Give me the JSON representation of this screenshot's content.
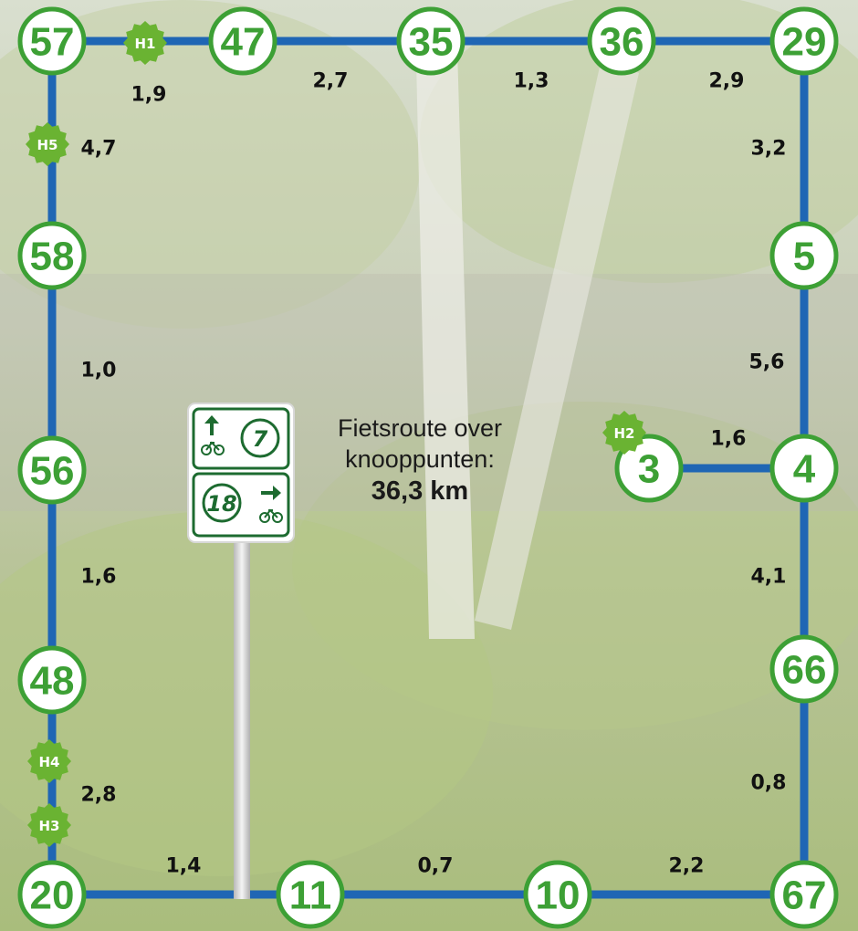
{
  "colors": {
    "route_line": "#1f66b4",
    "node_border": "#3da035",
    "node_fill": "#ffffff",
    "badge_fill": "#6ab332",
    "sign_green": "#1d6b30"
  },
  "caption": {
    "line1": "Fietsroute over",
    "line2": "knooppunten:",
    "total": "36,3 km"
  },
  "nodes": [
    {
      "id": "57",
      "label": "57"
    },
    {
      "id": "47",
      "label": "47"
    },
    {
      "id": "35",
      "label": "35"
    },
    {
      "id": "36",
      "label": "36"
    },
    {
      "id": "29",
      "label": "29"
    },
    {
      "id": "5",
      "label": "5"
    },
    {
      "id": "4",
      "label": "4"
    },
    {
      "id": "3",
      "label": "3"
    },
    {
      "id": "66",
      "label": "66"
    },
    {
      "id": "67",
      "label": "67"
    },
    {
      "id": "10",
      "label": "10"
    },
    {
      "id": "11",
      "label": "11"
    },
    {
      "id": "20",
      "label": "20"
    },
    {
      "id": "48",
      "label": "48"
    },
    {
      "id": "56",
      "label": "56"
    },
    {
      "id": "58",
      "label": "58"
    }
  ],
  "segments": [
    {
      "from": "57",
      "to": "47",
      "distance": "1,9"
    },
    {
      "from": "47",
      "to": "35",
      "distance": "2,7"
    },
    {
      "from": "35",
      "to": "36",
      "distance": "1,3"
    },
    {
      "from": "36",
      "to": "29",
      "distance": "2,9"
    },
    {
      "from": "29",
      "to": "5",
      "distance": "3,2"
    },
    {
      "from": "5",
      "to": "4",
      "distance": "5,6"
    },
    {
      "from": "4",
      "to": "3",
      "distance": "1,6"
    },
    {
      "from": "4",
      "to": "66",
      "distance": "4,1"
    },
    {
      "from": "66",
      "to": "67",
      "distance": "0,8"
    },
    {
      "from": "67",
      "to": "10",
      "distance": "2,2"
    },
    {
      "from": "10",
      "to": "11",
      "distance": "0,7"
    },
    {
      "from": "11",
      "to": "20",
      "distance": "1,4"
    },
    {
      "from": "20",
      "to": "48",
      "distance": "2,8"
    },
    {
      "from": "48",
      "to": "56",
      "distance": "1,6"
    },
    {
      "from": "56",
      "to": "58",
      "distance": "1,0"
    },
    {
      "from": "58",
      "to": "57",
      "distance": "4,7"
    }
  ],
  "highlights": [
    {
      "id": "H1",
      "label": "H1"
    },
    {
      "id": "H2",
      "label": "H2"
    },
    {
      "id": "H3",
      "label": "H3"
    },
    {
      "id": "H4",
      "label": "H4"
    },
    {
      "id": "H5",
      "label": "H5"
    }
  ],
  "sign": {
    "top_panel": {
      "direction": "up",
      "node": "7",
      "icon": "bicycle-icon"
    },
    "bottom_panel": {
      "direction": "right",
      "node": "18",
      "icon": "bicycle-icon"
    }
  }
}
